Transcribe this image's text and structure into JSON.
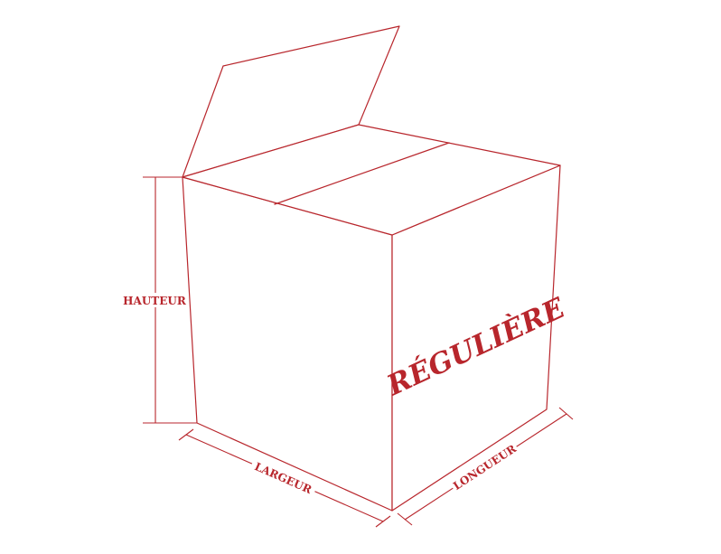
{
  "labels": {
    "height": "HAUTEUR",
    "width": "LARGEUR",
    "length": "LONGUEUR",
    "box_type": "RÉGULIÈRE"
  },
  "colors": {
    "line": "#b8262c",
    "background": "#ffffff"
  }
}
